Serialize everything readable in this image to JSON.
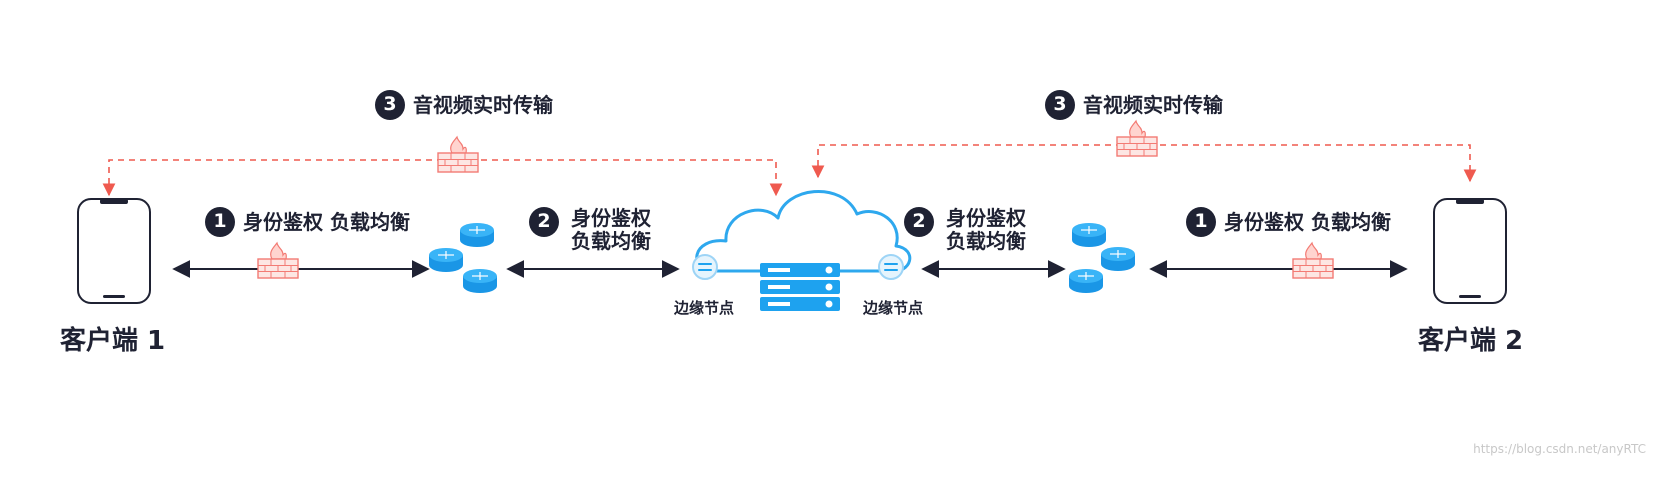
{
  "clients": [
    {
      "label": "客户端 1"
    },
    {
      "label": "客户端 2"
    }
  ],
  "steps": {
    "auth_label": "身份鉴权 负载均衡",
    "auth_number": "1",
    "edge_label_line1": "身份鉴权",
    "edge_label_line2": "负载均衡",
    "edge_number": "2",
    "transfer_label": "音视频实时传输",
    "transfer_number": "3"
  },
  "edge_node_label": "边缘节点",
  "watermark": "https://blog.csdn.net/anyRTC",
  "colors": {
    "dark": "#1f2233",
    "cloud": "#2ea8ee",
    "server_blue": "#1ea2ef",
    "firewall": "#f37b74",
    "dashed_arrow": "#ef5a4f"
  },
  "icons": [
    "phone-icon",
    "firewall-icon",
    "router-cluster-icon",
    "cloud-icon",
    "server-rack-icon",
    "edge-node-icon"
  ]
}
